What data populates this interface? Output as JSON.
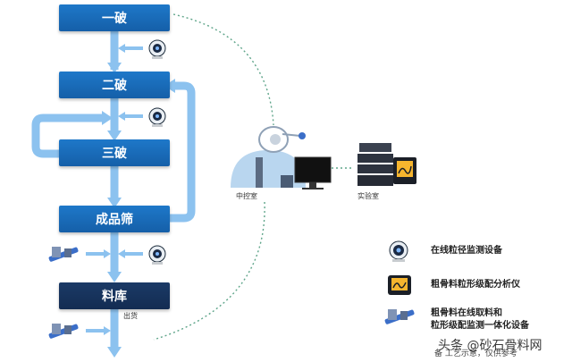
{
  "stages": [
    {
      "label": "一破"
    },
    {
      "label": "二破"
    },
    {
      "label": "三破"
    },
    {
      "label": "成品筛"
    },
    {
      "label": "料库"
    }
  ],
  "labels": {
    "control_room": "中控室",
    "lab": "实验室",
    "dispatch": "出货"
  },
  "legend": [
    {
      "icon": "camera-icon",
      "text": "在线粒径监测设备"
    },
    {
      "icon": "analyzer-icon",
      "text": "粗骨料粒形级配分析仪"
    },
    {
      "icon": "sampler-icon",
      "text_line1": "粗骨料在线取料和",
      "text_line2": "粒形级配监测一体化设备"
    }
  ],
  "footer": {
    "note": "备 工艺示意，仅供参考",
    "watermark": "头条 @砂石骨料网"
  },
  "colors": {
    "stage_blue": "#1e78c9",
    "stage_dark": "#1b3a66",
    "arrow": "#8cc2ef",
    "dotted": "#5fa58a"
  }
}
